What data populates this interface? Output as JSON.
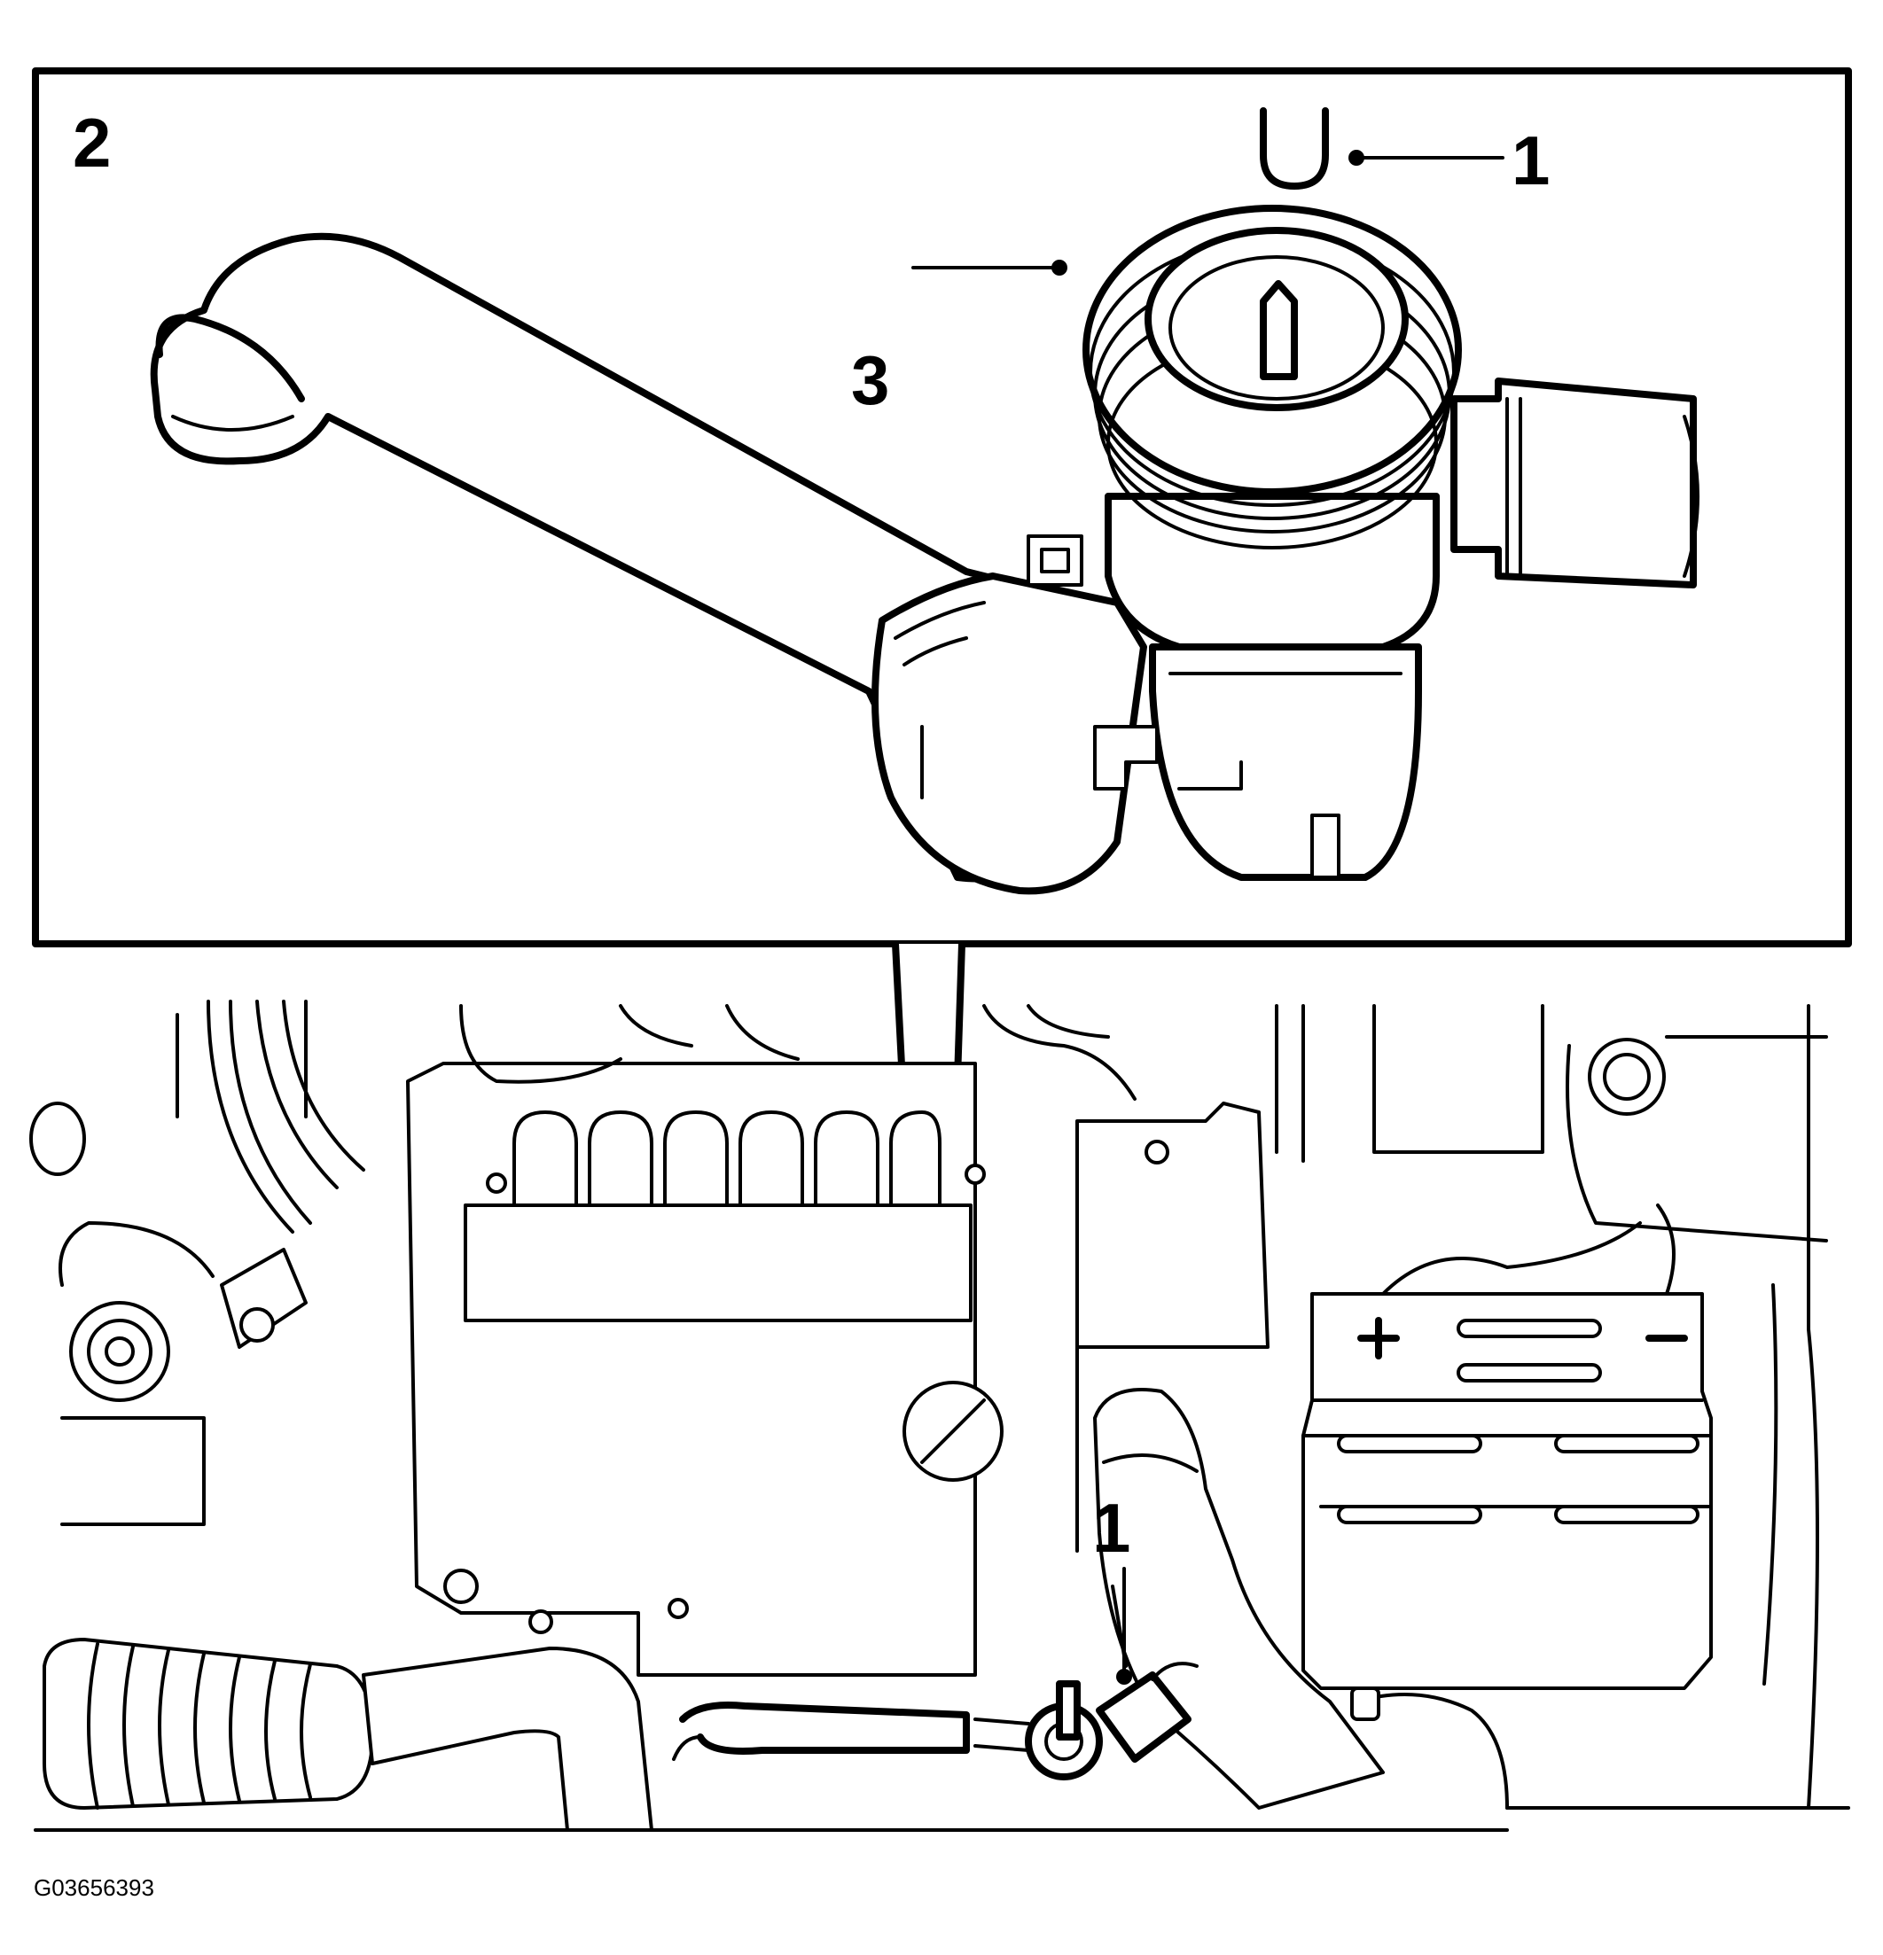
{
  "callouts": {
    "inset": "2",
    "clip": "1",
    "valve": "3",
    "location": "1"
  },
  "figure_id": "G03656393",
  "colors": {
    "line": "#000000",
    "background": "#ffffff"
  }
}
